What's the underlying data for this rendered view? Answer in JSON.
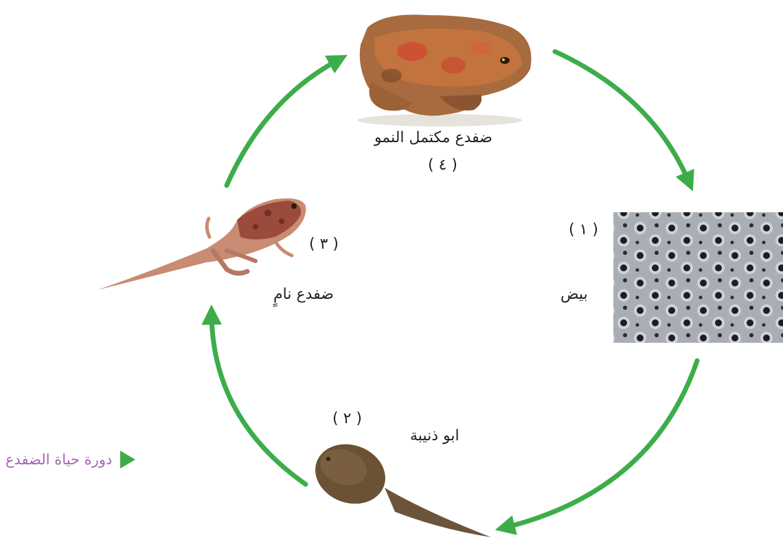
{
  "colors": {
    "arrow": "#3dad4a",
    "caption": "#a864b4",
    "marker": "#3dad4a"
  },
  "stages": {
    "adult": {
      "label": "ضفدع مكتمل النمو",
      "number": "( ٤ )"
    },
    "eggs": {
      "label": "بيض",
      "number": "( ١ )"
    },
    "tadpole": {
      "label": "ابو ذنيبة",
      "number": "( ٢ )"
    },
    "froglet": {
      "label": "ضفدع نامٍ",
      "number": "( ٣ )"
    }
  },
  "caption": {
    "text": "دورة حياة الضفدع",
    "marker_icon": "triangle-right-icon"
  }
}
